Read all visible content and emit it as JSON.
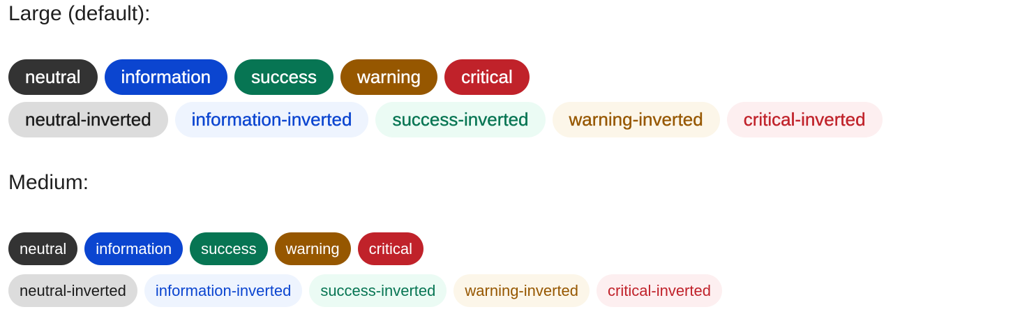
{
  "sections": {
    "large": {
      "title": "Large (default):",
      "solid": {
        "neutral": "neutral",
        "information": "information",
        "success": "success",
        "warning": "warning",
        "critical": "critical"
      },
      "inverted": {
        "neutral": "neutral-inverted",
        "information": "information-inverted",
        "success": "success-inverted",
        "warning": "warning-inverted",
        "critical": "critical-inverted"
      }
    },
    "medium": {
      "title": "Medium:",
      "solid": {
        "neutral": "neutral",
        "information": "information",
        "success": "success",
        "warning": "warning",
        "critical": "critical"
      },
      "inverted": {
        "neutral": "neutral-inverted",
        "information": "information-inverted",
        "success": "success-inverted",
        "warning": "warning-inverted",
        "critical": "critical-inverted"
      }
    }
  },
  "colors": {
    "neutral": "#333333",
    "information": "#0b45d0",
    "success": "#077553",
    "warning": "#965700",
    "critical": "#c0222a",
    "neutral_inverted_bg": "#dcdcdc",
    "information_inverted_bg": "#eef4fe",
    "success_inverted_bg": "#ebfbf4",
    "warning_inverted_bg": "#fcf6e9",
    "critical_inverted_bg": "#fdeff0"
  }
}
